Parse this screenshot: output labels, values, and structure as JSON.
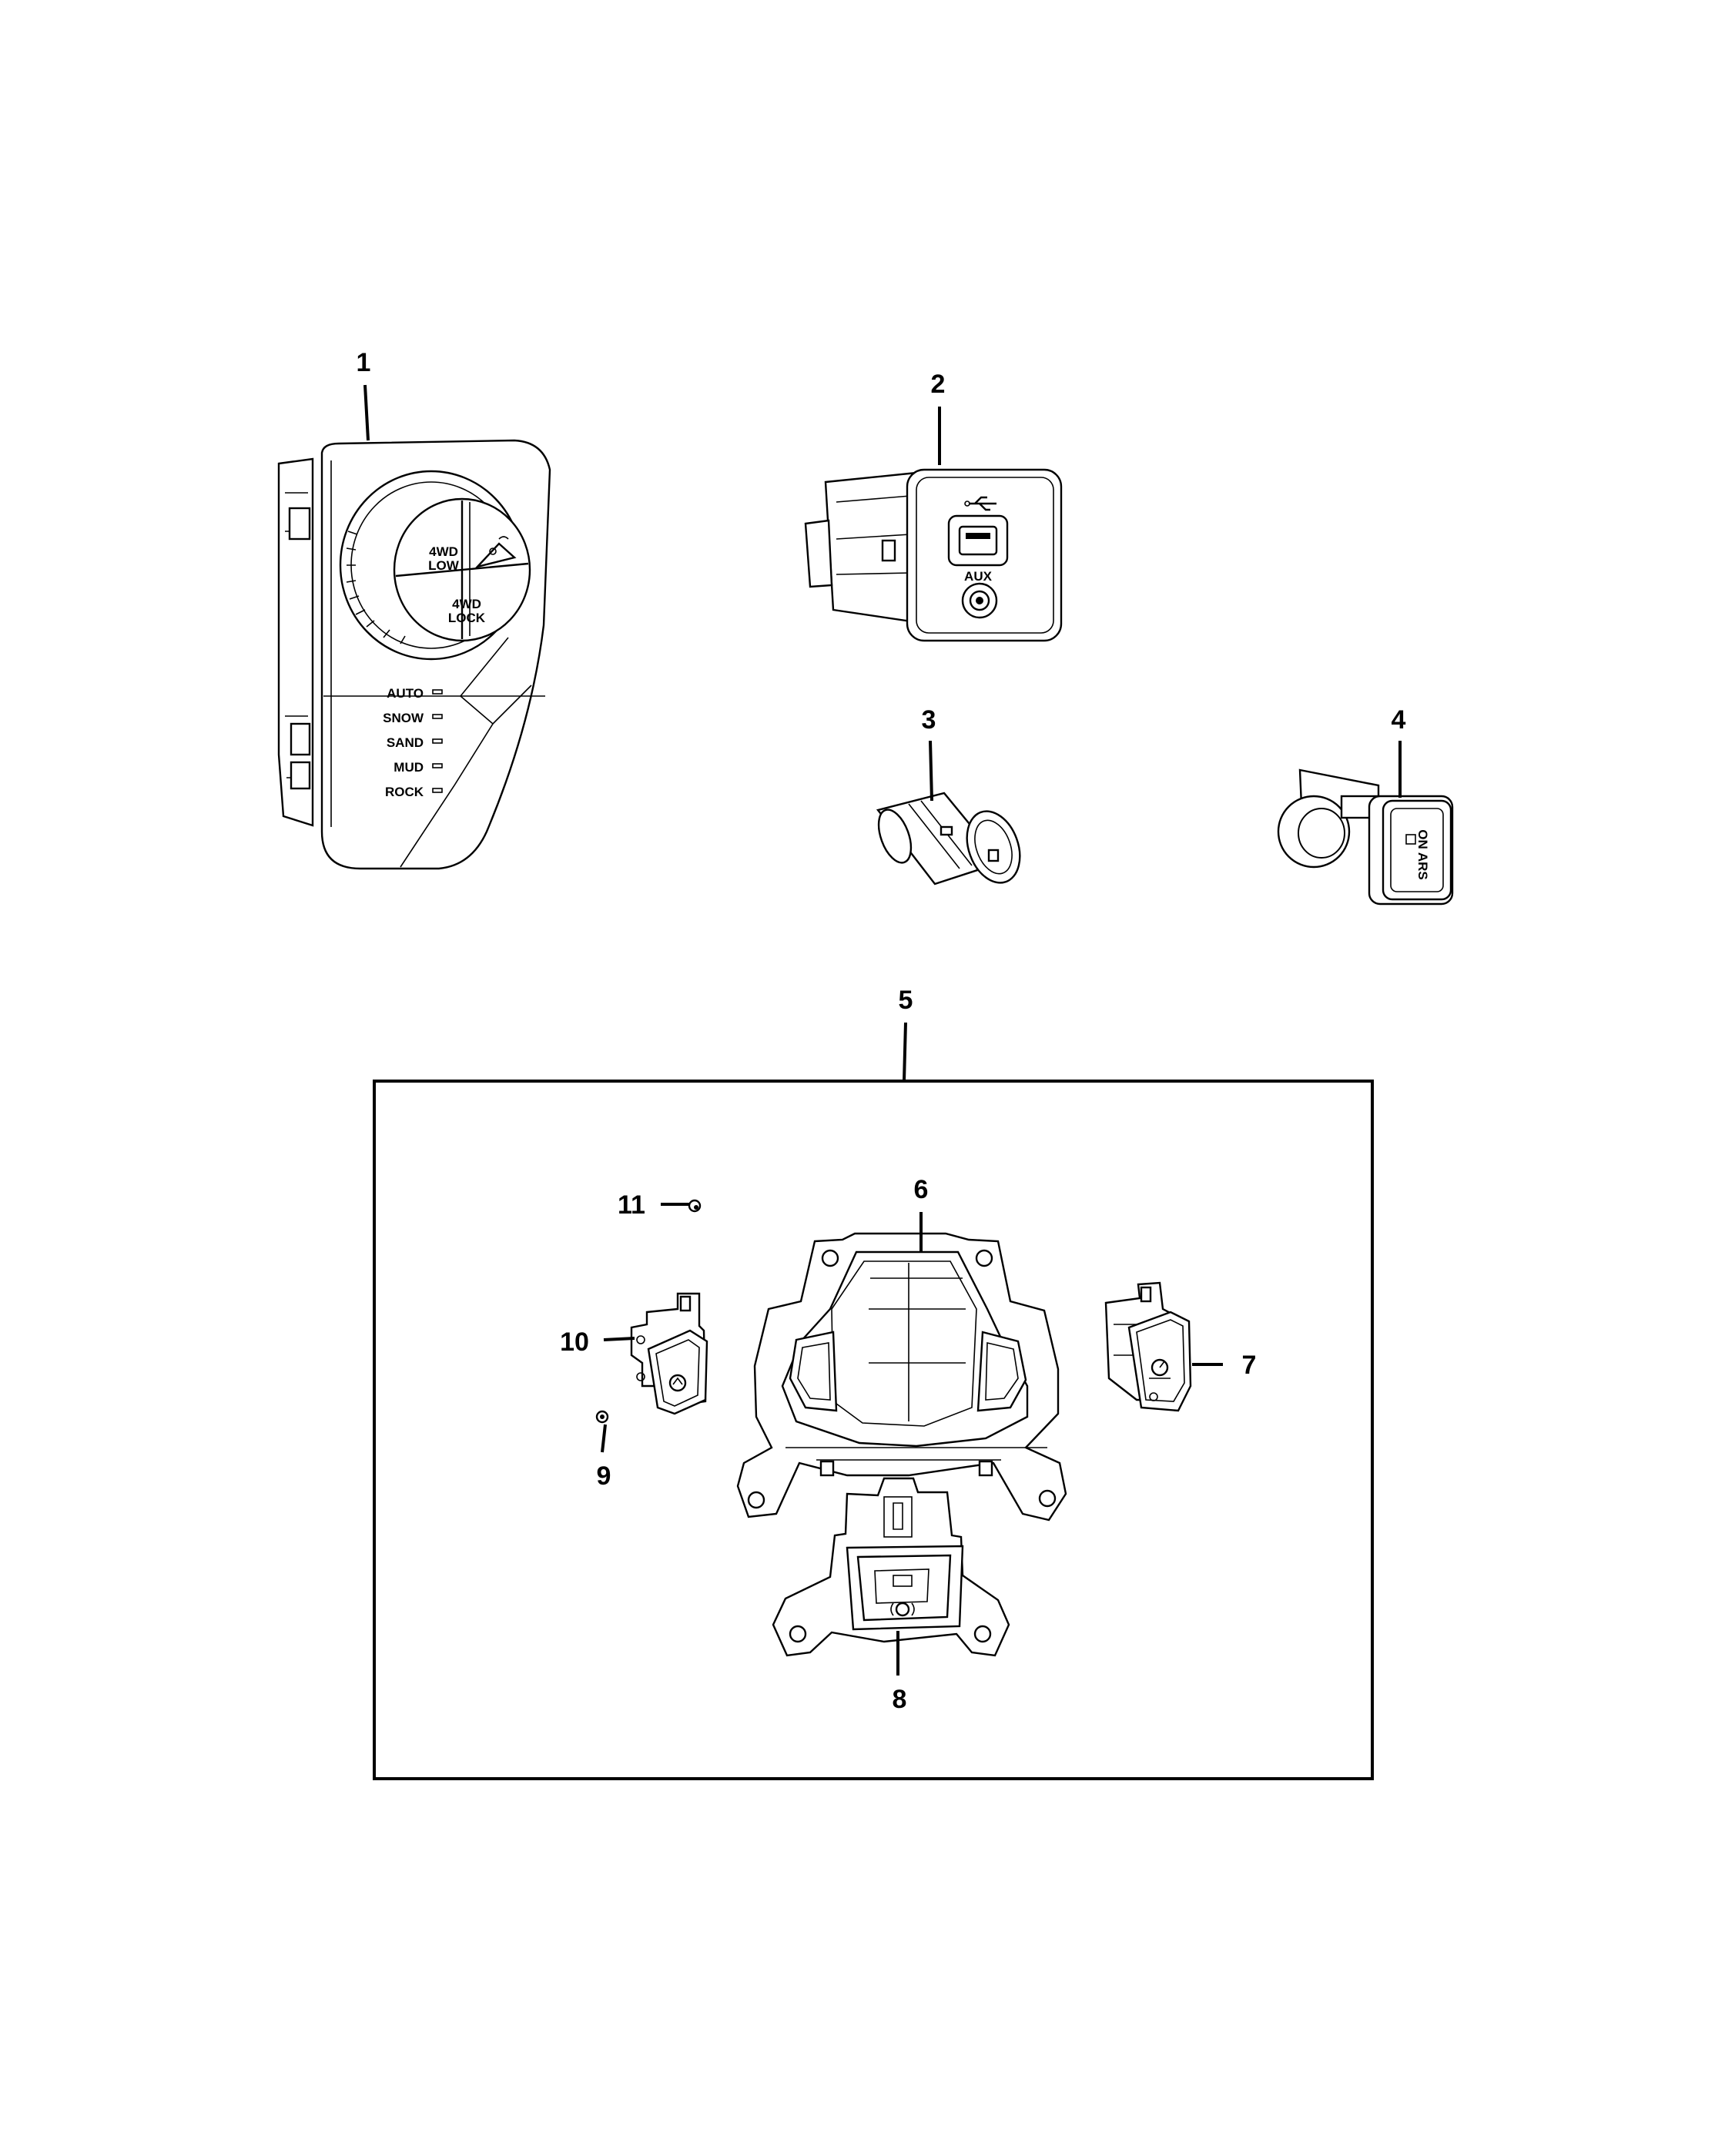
{
  "callouts": {
    "c1": "1",
    "c2": "2",
    "c3": "3",
    "c4": "4",
    "c5": "5",
    "c6": "6",
    "c7": "7",
    "c8": "8",
    "c9": "9",
    "c10": "10",
    "c11": "11"
  },
  "part1": {
    "btn_4wd_low_line1": "4WD",
    "btn_4wd_low_line2": "LOW",
    "btn_4wd_lock_line1": "4WD",
    "btn_4wd_lock_line2": "LOCK",
    "modes": [
      "AUTO",
      "SNOW",
      "SAND",
      "MUD",
      "ROCK"
    ]
  },
  "part2": {
    "aux_label": "AUX"
  },
  "part4": {
    "switch_label": "ON ARS"
  },
  "icons": [
    "hill-descent-icon",
    "usb-icon",
    "aux-jack-icon",
    "cruise-icon",
    "park-brake-icon"
  ]
}
